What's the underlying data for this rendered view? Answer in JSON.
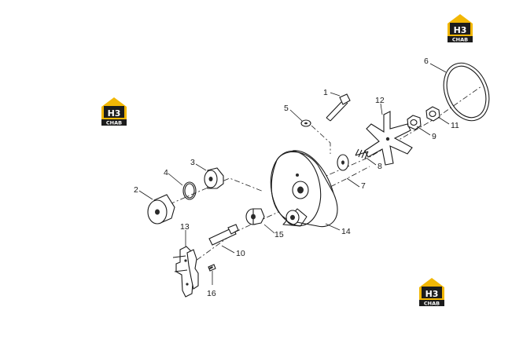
{
  "logo": {
    "top": "H3",
    "bottom": "CHAB",
    "color_primary": "#f2b705",
    "color_dark": "#1c1c1c"
  },
  "callouts": [
    "1",
    "2",
    "3",
    "4",
    "5",
    "6",
    "7",
    "8",
    "9",
    "10",
    "11",
    "12",
    "13",
    "14",
    "15",
    "16"
  ]
}
